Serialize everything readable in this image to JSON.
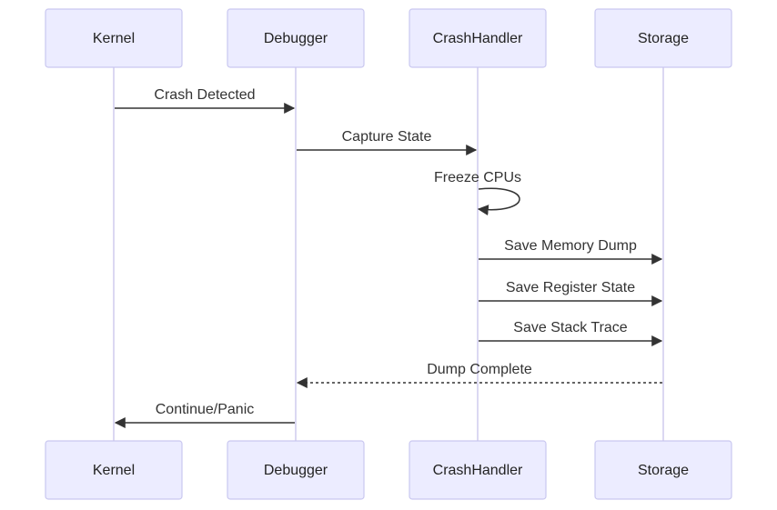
{
  "participants": [
    {
      "id": "kernel",
      "label": "Kernel"
    },
    {
      "id": "debugger",
      "label": "Debugger"
    },
    {
      "id": "crashhandler",
      "label": "CrashHandler"
    },
    {
      "id": "storage",
      "label": "Storage"
    }
  ],
  "messages": [
    {
      "from": "kernel",
      "to": "debugger",
      "label": "Crash Detected",
      "style": "solid"
    },
    {
      "from": "debugger",
      "to": "crashhandler",
      "label": "Capture State",
      "style": "solid"
    },
    {
      "from": "crashhandler",
      "to": "crashhandler",
      "label": "Freeze CPUs",
      "style": "solid"
    },
    {
      "from": "crashhandler",
      "to": "storage",
      "label": "Save Memory Dump",
      "style": "solid"
    },
    {
      "from": "crashhandler",
      "to": "storage",
      "label": "Save Register State",
      "style": "solid"
    },
    {
      "from": "crashhandler",
      "to": "storage",
      "label": "Save Stack Trace",
      "style": "solid"
    },
    {
      "from": "storage",
      "to": "debugger",
      "label": "Dump Complete",
      "style": "dotted"
    },
    {
      "from": "debugger",
      "to": "kernel",
      "label": "Continue/Panic",
      "style": "solid"
    }
  ],
  "colors": {
    "actor_fill": "#ECECFF",
    "actor_border": "#C9C7F0",
    "lifeline": "#CFCBEE",
    "arrow": "#333333"
  }
}
